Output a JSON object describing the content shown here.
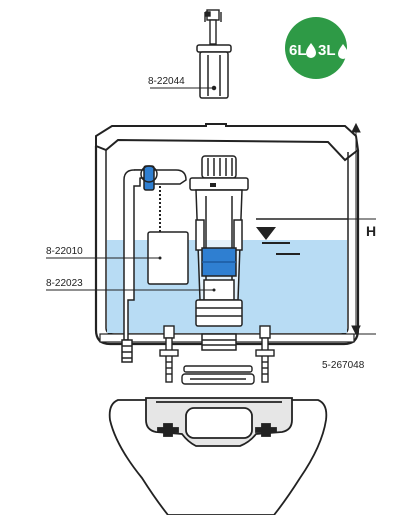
{
  "labels": {
    "part_top": "8-22044",
    "part_float_valve": "8-22010",
    "part_flush_valve": "8-22023",
    "height_marker": "H",
    "drawing_ref": "5-267048"
  },
  "badge": {
    "full_flush": "6L",
    "half_flush": "3L",
    "color": "#2e9a46"
  },
  "colors": {
    "water": "#b8dcf4",
    "tank_fill": "#ffffff",
    "outline": "#222222",
    "accent_blue": "#2f7fd1"
  }
}
